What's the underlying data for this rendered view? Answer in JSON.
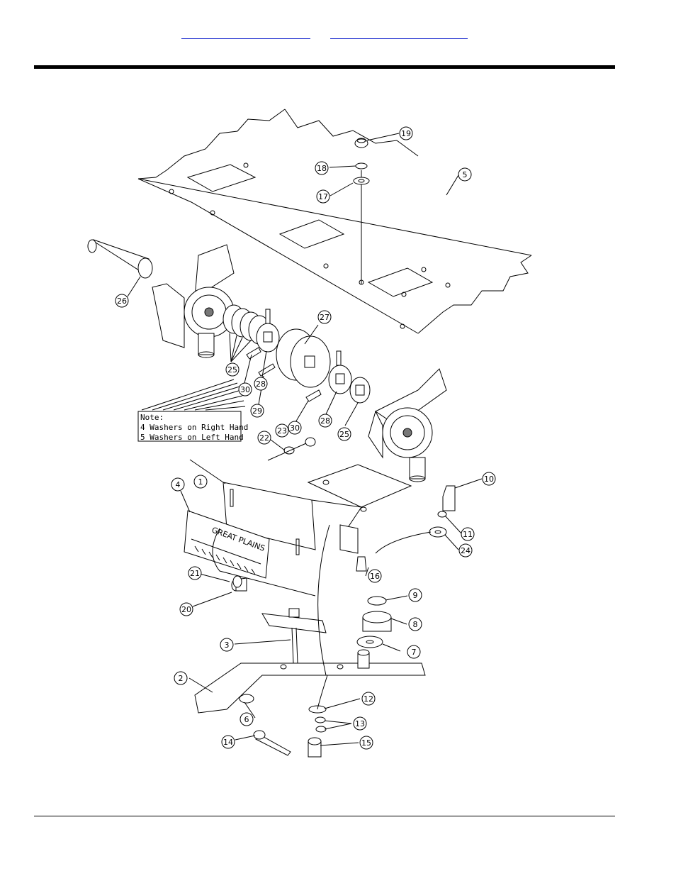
{
  "header": {
    "links": [
      {
        "label": ""
      },
      {
        "label": ""
      }
    ]
  },
  "callouts": [
    {
      "number": "1"
    },
    {
      "number": "2"
    },
    {
      "number": "3"
    },
    {
      "number": "4"
    },
    {
      "number": "5"
    },
    {
      "number": "6"
    },
    {
      "number": "7"
    },
    {
      "number": "8"
    },
    {
      "number": "9"
    },
    {
      "number": "10"
    },
    {
      "number": "11"
    },
    {
      "number": "12"
    },
    {
      "number": "13"
    },
    {
      "number": "14"
    },
    {
      "number": "15"
    },
    {
      "number": "16"
    },
    {
      "number": "17"
    },
    {
      "number": "18"
    },
    {
      "number": "19"
    },
    {
      "number": "20"
    },
    {
      "number": "21"
    },
    {
      "number": "22"
    },
    {
      "number": "23"
    },
    {
      "number": "24"
    },
    {
      "number": "25"
    },
    {
      "number": "25"
    },
    {
      "number": "26"
    },
    {
      "number": "27"
    },
    {
      "number": "28"
    },
    {
      "number": "28"
    },
    {
      "number": "29"
    },
    {
      "number": "30"
    },
    {
      "number": "30"
    }
  ],
  "note": {
    "lines": [
      "Note:",
      "4 Washers on Right Hand",
      "5 Washers on Left Hand"
    ]
  },
  "decal": {
    "brand_text": "GREAT PLAINS"
  }
}
